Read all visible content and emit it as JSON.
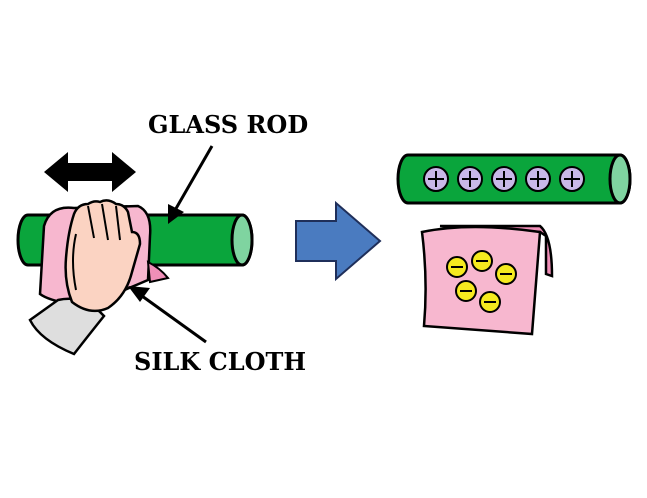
{
  "labels": {
    "glass_rod": "GLASS ROD",
    "silk_cloth": "SILK CLOTH"
  },
  "charges": {
    "rod_positive_count": 5,
    "cloth_negative_count": 5
  },
  "colors": {
    "rod": "#0aa53c",
    "rod_end": "#7fd4a0",
    "cloth": "#f7b7cf",
    "cloth_fold": "#f08fb8",
    "positive_charge": "#c9b8e8",
    "negative_charge": "#f5ea1f",
    "process_arrow": "#4a7bc0",
    "hand_skin": "#fbd3c2",
    "sleeve": "#dedede"
  },
  "icons": {
    "motion_arrow": "double-arrow-icon",
    "process_arrow": "right-arrow-icon",
    "hand": "hand-icon"
  }
}
